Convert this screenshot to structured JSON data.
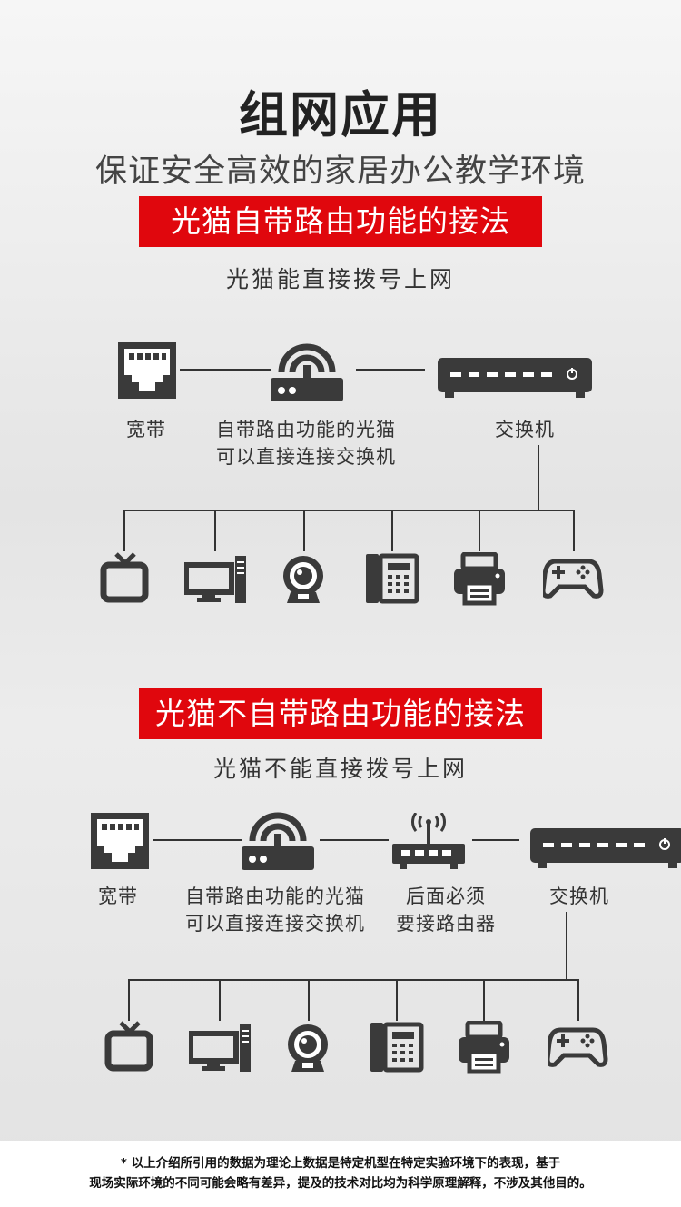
{
  "header": {
    "title": "组网应用",
    "subtitle": "保证安全高效的家居办公教学环境"
  },
  "section1": {
    "banner": "光猫自带路由功能的接法",
    "note": "光猫能直接拨号上网",
    "labels": {
      "broadband": "宽带",
      "modem_line1": "自带路由功能的光猫",
      "modem_line2": "可以直接连接交换机",
      "switch": "交换机"
    }
  },
  "section2": {
    "banner": "光猫不自带路由功能的接法",
    "note": "光猫不能直接拨号上网",
    "labels": {
      "broadband": "宽带",
      "modem_line1": "自带路由功能的光猫",
      "modem_line2": "可以直接连接交换机",
      "router_line1": "后面必须",
      "router_line2": "要接路由器",
      "switch": "交换机"
    }
  },
  "footer": {
    "line1": "* 以上介绍所引用的数据为理论上数据是特定机型在特定实验环境下的表现，基于",
    "line2": "现场实际环境的不同可能会略有差异，提及的技术对比均为科学原理解释，不涉及其他目的。"
  },
  "icons": [
    "ethernet-port-icon",
    "modem-icon",
    "switch-icon",
    "router-icon",
    "tv-icon",
    "desktop-computer-icon",
    "webcam-icon",
    "telephone-icon",
    "printer-icon",
    "gamepad-icon"
  ],
  "colors": {
    "banner": "#e0070d",
    "icon": "#3a3a3a"
  }
}
